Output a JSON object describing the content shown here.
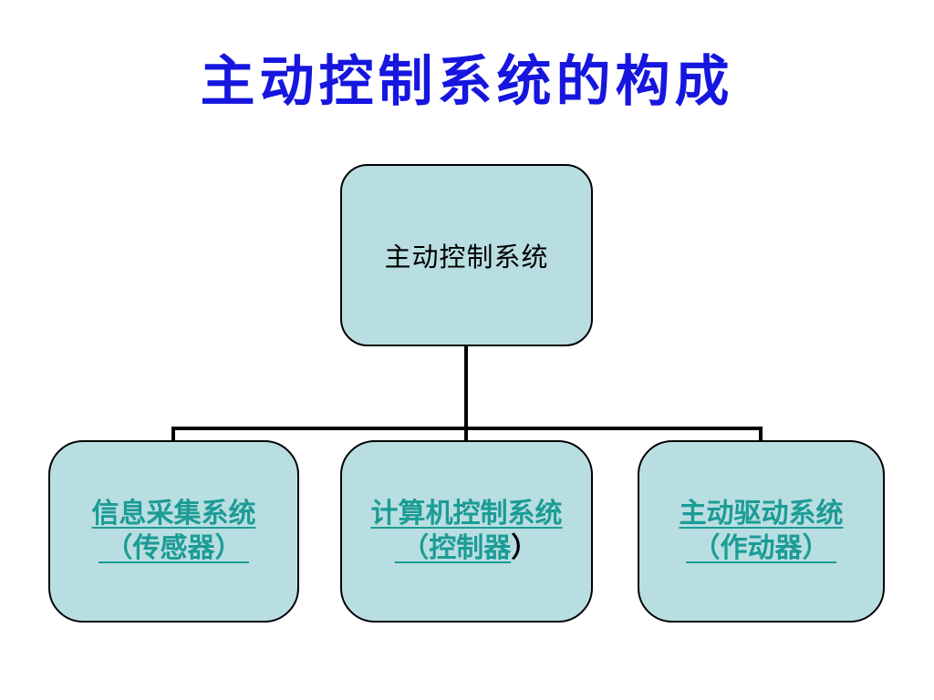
{
  "slide": {
    "title": "主动控制系统的构成"
  },
  "colors": {
    "background": "#FFFFFF",
    "title_blue": "#1616DF",
    "box_fill": "#B9DEE2",
    "box_border": "#000000",
    "connector": "#000000",
    "node_text": "#000000",
    "link_teal": "#1B9C95"
  },
  "diagram": {
    "root": {
      "label": "主动控制系统"
    },
    "children": [
      {
        "line1": "信息采集系统",
        "line2_link": " （传感器） ",
        "line2_plain": ""
      },
      {
        "line1": "计算机控制系统",
        "line2_link": " （控制器",
        "line2_plain": "）"
      },
      {
        "line1": "主动驱动系统",
        "line2_link": " （作动器） ",
        "line2_plain": ""
      }
    ]
  }
}
